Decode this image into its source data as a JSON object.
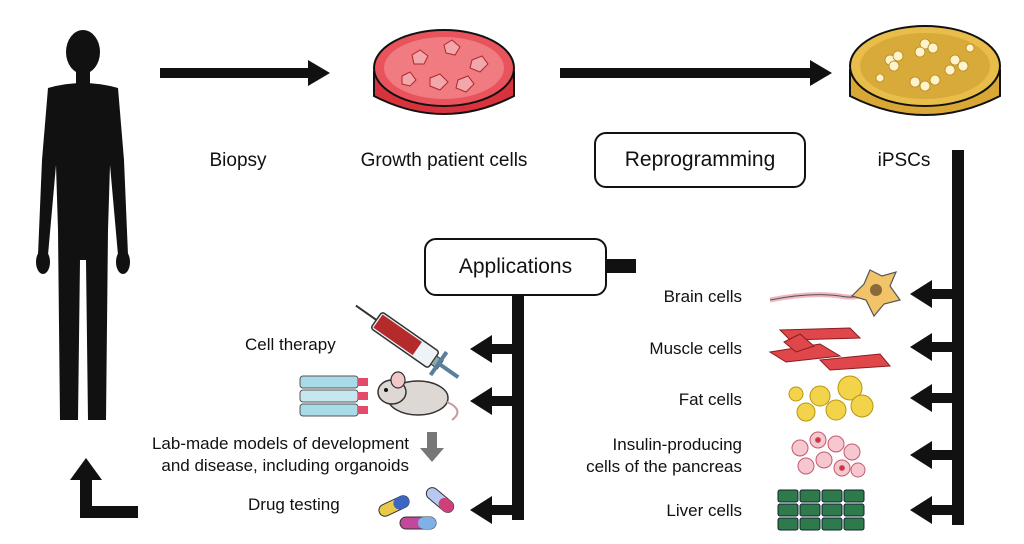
{
  "steps": {
    "biopsy": "Biopsy",
    "growth": "Growth patient cells",
    "reprogramming": "Reprogramming",
    "ipscs": "iPSCs"
  },
  "applications": {
    "title": "Applications",
    "items": {
      "cell_therapy": "Cell therapy",
      "models_line1": "Lab-made models of development",
      "models_line2": "and disease, including organoids",
      "drug_testing": "Drug testing"
    }
  },
  "cell_types": {
    "brain": "Brain cells",
    "muscle": "Muscle cells",
    "fat": "Fat cells",
    "insulin_line1": "Insulin-producing",
    "insulin_line2": "cells of the pancreas",
    "liver": "Liver cells"
  }
}
